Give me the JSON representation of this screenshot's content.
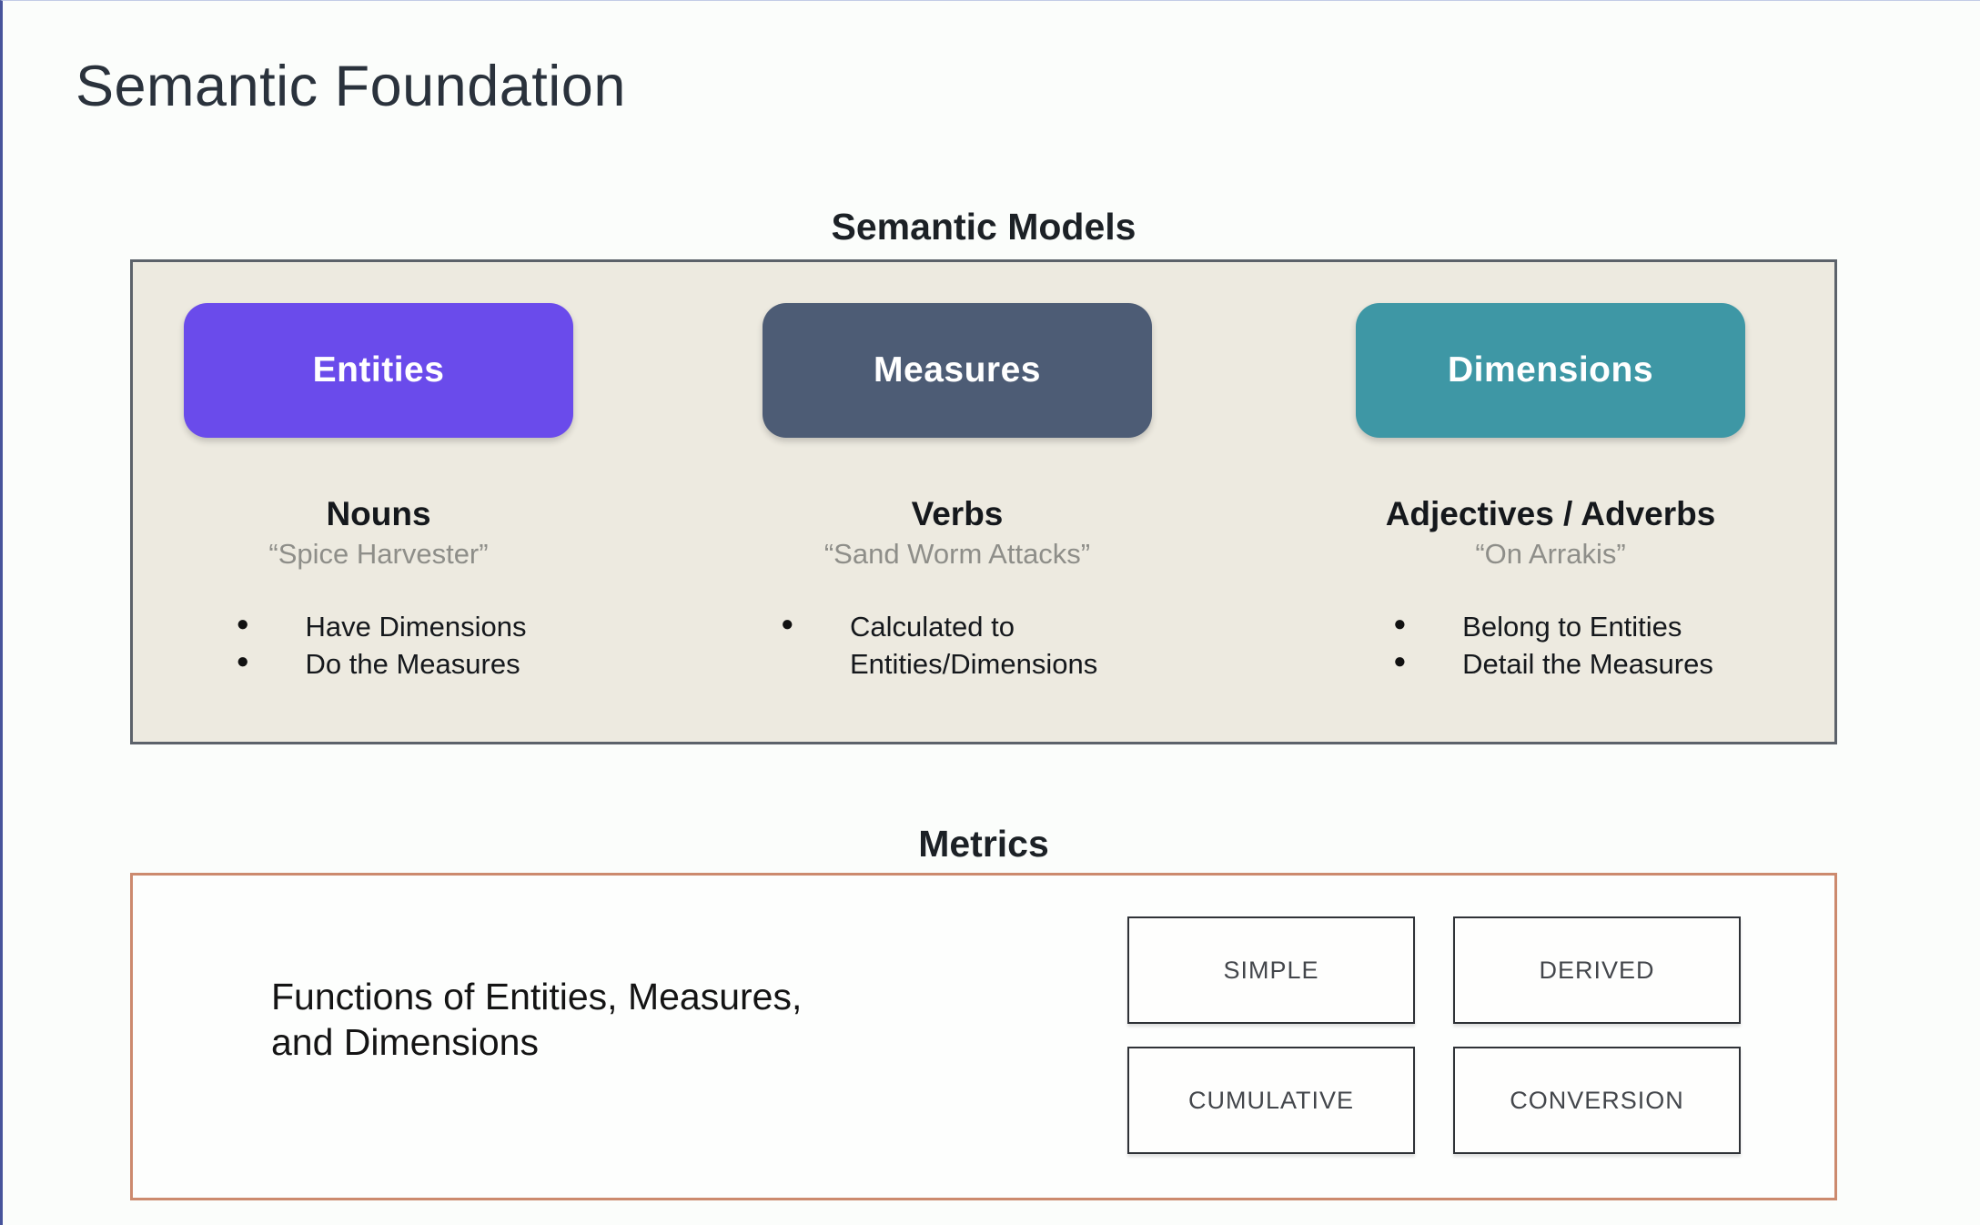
{
  "page": {
    "title": "Semantic Foundation"
  },
  "colors": {
    "entities": "#6a4beb",
    "measures": "#4d5c75",
    "dimensions": "#3e97a5",
    "metrics_border": "#cc8a6e",
    "models_panel_bg": "#edeae0"
  },
  "semantic_models": {
    "label": "Semantic Models",
    "columns": [
      {
        "name": "Entities",
        "part_of_speech": "Nouns",
        "example": "“Spice Harvester”",
        "bullets": [
          "Have Dimensions",
          "Do the Measures"
        ]
      },
      {
        "name": "Measures",
        "part_of_speech": "Verbs",
        "example": "“Sand Worm Attacks”",
        "bullets": [
          "Calculated to Entities/Dimensions"
        ]
      },
      {
        "name": "Dimensions",
        "part_of_speech": "Adjectives / Adverbs",
        "example": "“On Arrakis”",
        "bullets": [
          "Belong to Entities",
          "Detail the Measures"
        ]
      }
    ]
  },
  "metrics": {
    "label": "Metrics",
    "description": "Functions of Entities, Measures, and Dimensions",
    "types": [
      "SIMPLE",
      "DERIVED",
      "CUMULATIVE",
      "CONVERSION"
    ]
  }
}
